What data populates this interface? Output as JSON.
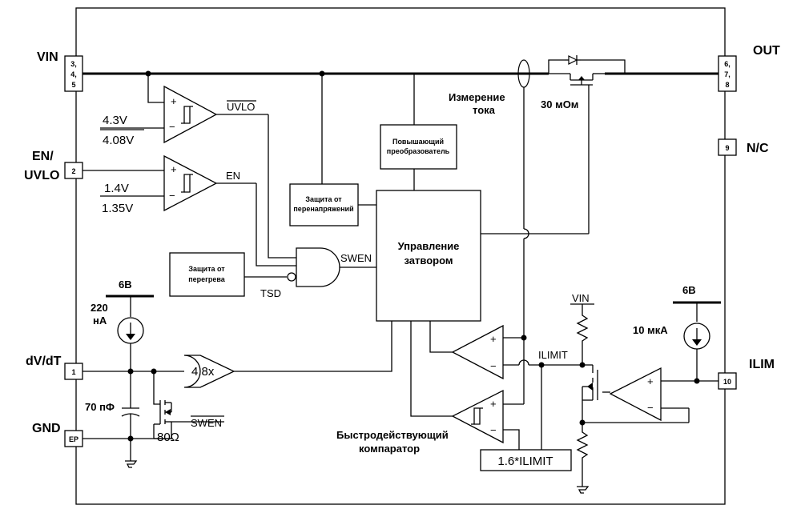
{
  "pins": {
    "vin": {
      "label": "VIN",
      "nums": [
        "3,",
        "4,",
        "5"
      ]
    },
    "en_uvlo": {
      "label1": "EN/",
      "label2": "UVLO",
      "num": "2"
    },
    "dvdt": {
      "label": "dV/dT",
      "num": "1"
    },
    "gnd": {
      "label": "GND",
      "num": "EP"
    },
    "out": {
      "label": "OUT",
      "nums": [
        "6,",
        "7,",
        "8"
      ]
    },
    "nc": {
      "label": "N/C",
      "num": "9"
    },
    "ilim": {
      "label": "ILIM",
      "num": "10"
    }
  },
  "thresholds": {
    "uvlo_high": "4.3V",
    "uvlo_low": "4.08V",
    "en_high": "1.4V",
    "en_low": "1.35V"
  },
  "signals": {
    "uvlo": "UVLO",
    "en": "EN",
    "swen": "SWEN",
    "tsd": "TSD",
    "ilimit": "ILIMIT",
    "vin": "VIN",
    "swen_bar": "SWEN",
    "fast_limit": "1.6*ILIMIT",
    "gain": "4.8x",
    "plus": "+",
    "minus": "−"
  },
  "blocks": {
    "current_sense": {
      "line1": "Измерение",
      "line2": "тока"
    },
    "resistance": "30 мОм",
    "boost": {
      "line1": "Повышающий",
      "line2": "преобразователь"
    },
    "ovp": {
      "line1": "Защита от",
      "line2": "перенапряжений"
    },
    "gate_ctrl": {
      "line1": "Управление",
      "line2": "затвором"
    },
    "thermal": {
      "line1": "Защита от",
      "line2": "перегрева"
    },
    "fast_comp": {
      "line1": "Быстродействующий",
      "line2": "компаратор"
    }
  },
  "sources": {
    "left_supply": "6В",
    "left_current": "220",
    "left_unit": "нА",
    "right_supply": "6В",
    "right_current": "10 мкА",
    "cap": "70 пФ",
    "res": "80Ω"
  }
}
